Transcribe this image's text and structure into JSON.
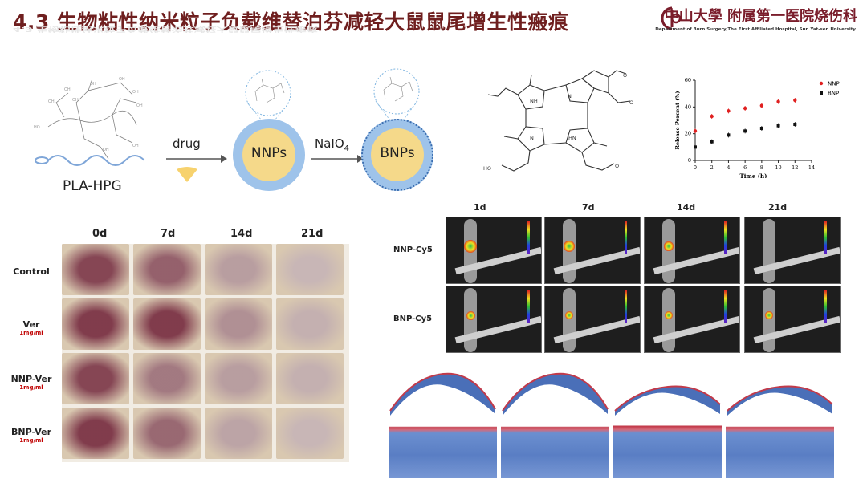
{
  "header": {
    "title": "4.3 生物粘性纳米粒子负载维替泊芬减轻大鼠鼠尾增生性瘢痕",
    "logo_text": "中山大學 附属第一医院烧伤科",
    "logo_subtitle": "Department of Burn Surgery,The First Affiliated Hospital, Sun Yat-sen University"
  },
  "synthesis": {
    "polymer_label": "PLA-HPG",
    "step1_label": "drug",
    "nnp_label": "NNPs",
    "step2_label": "NaIO4",
    "bnp_label": "BNPs",
    "colors": {
      "particle_core": "#f5d98a",
      "particle_shell": "#9ec3ea",
      "arrow": "#555555"
    }
  },
  "release_chart": {
    "chart_data": {
      "type": "scatter",
      "title": "",
      "xlabel": "Time (h)",
      "ylabel": "Release Percent (%)",
      "xlim": [
        0,
        14
      ],
      "ylim": [
        0,
        60
      ],
      "xticks": [
        "0",
        "2",
        "4",
        "6",
        "8",
        "10",
        "12",
        "14"
      ],
      "yticks": [
        "0",
        "20",
        "40",
        "60"
      ],
      "legend_position": "top-right",
      "series": [
        {
          "name": "NNP",
          "color": "#e02020",
          "x": [
            0,
            2,
            4,
            6,
            8,
            10,
            12
          ],
          "y": [
            22,
            33,
            37,
            39,
            41,
            44,
            45
          ]
        },
        {
          "name": "BNP",
          "color": "#111111",
          "x": [
            0,
            2,
            4,
            6,
            8,
            10,
            12
          ],
          "y": [
            10,
            14,
            19,
            22,
            24,
            26,
            27
          ]
        }
      ]
    }
  },
  "wound_grid": {
    "columns": [
      "0d",
      "7d",
      "14d",
      "21d"
    ],
    "rows": [
      {
        "label": "Control",
        "dose": ""
      },
      {
        "label": "Ver",
        "dose": "1mg/ml"
      },
      {
        "label": "NNP-Ver",
        "dose": "1mg/ml"
      },
      {
        "label": "BNP-Ver",
        "dose": "1mg/ml"
      }
    ]
  },
  "fluorescence": {
    "columns": [
      "1d",
      "7d",
      "14d",
      "21d"
    ],
    "rows": [
      "NNP-Cy5",
      "BNP-Cy5"
    ]
  }
}
